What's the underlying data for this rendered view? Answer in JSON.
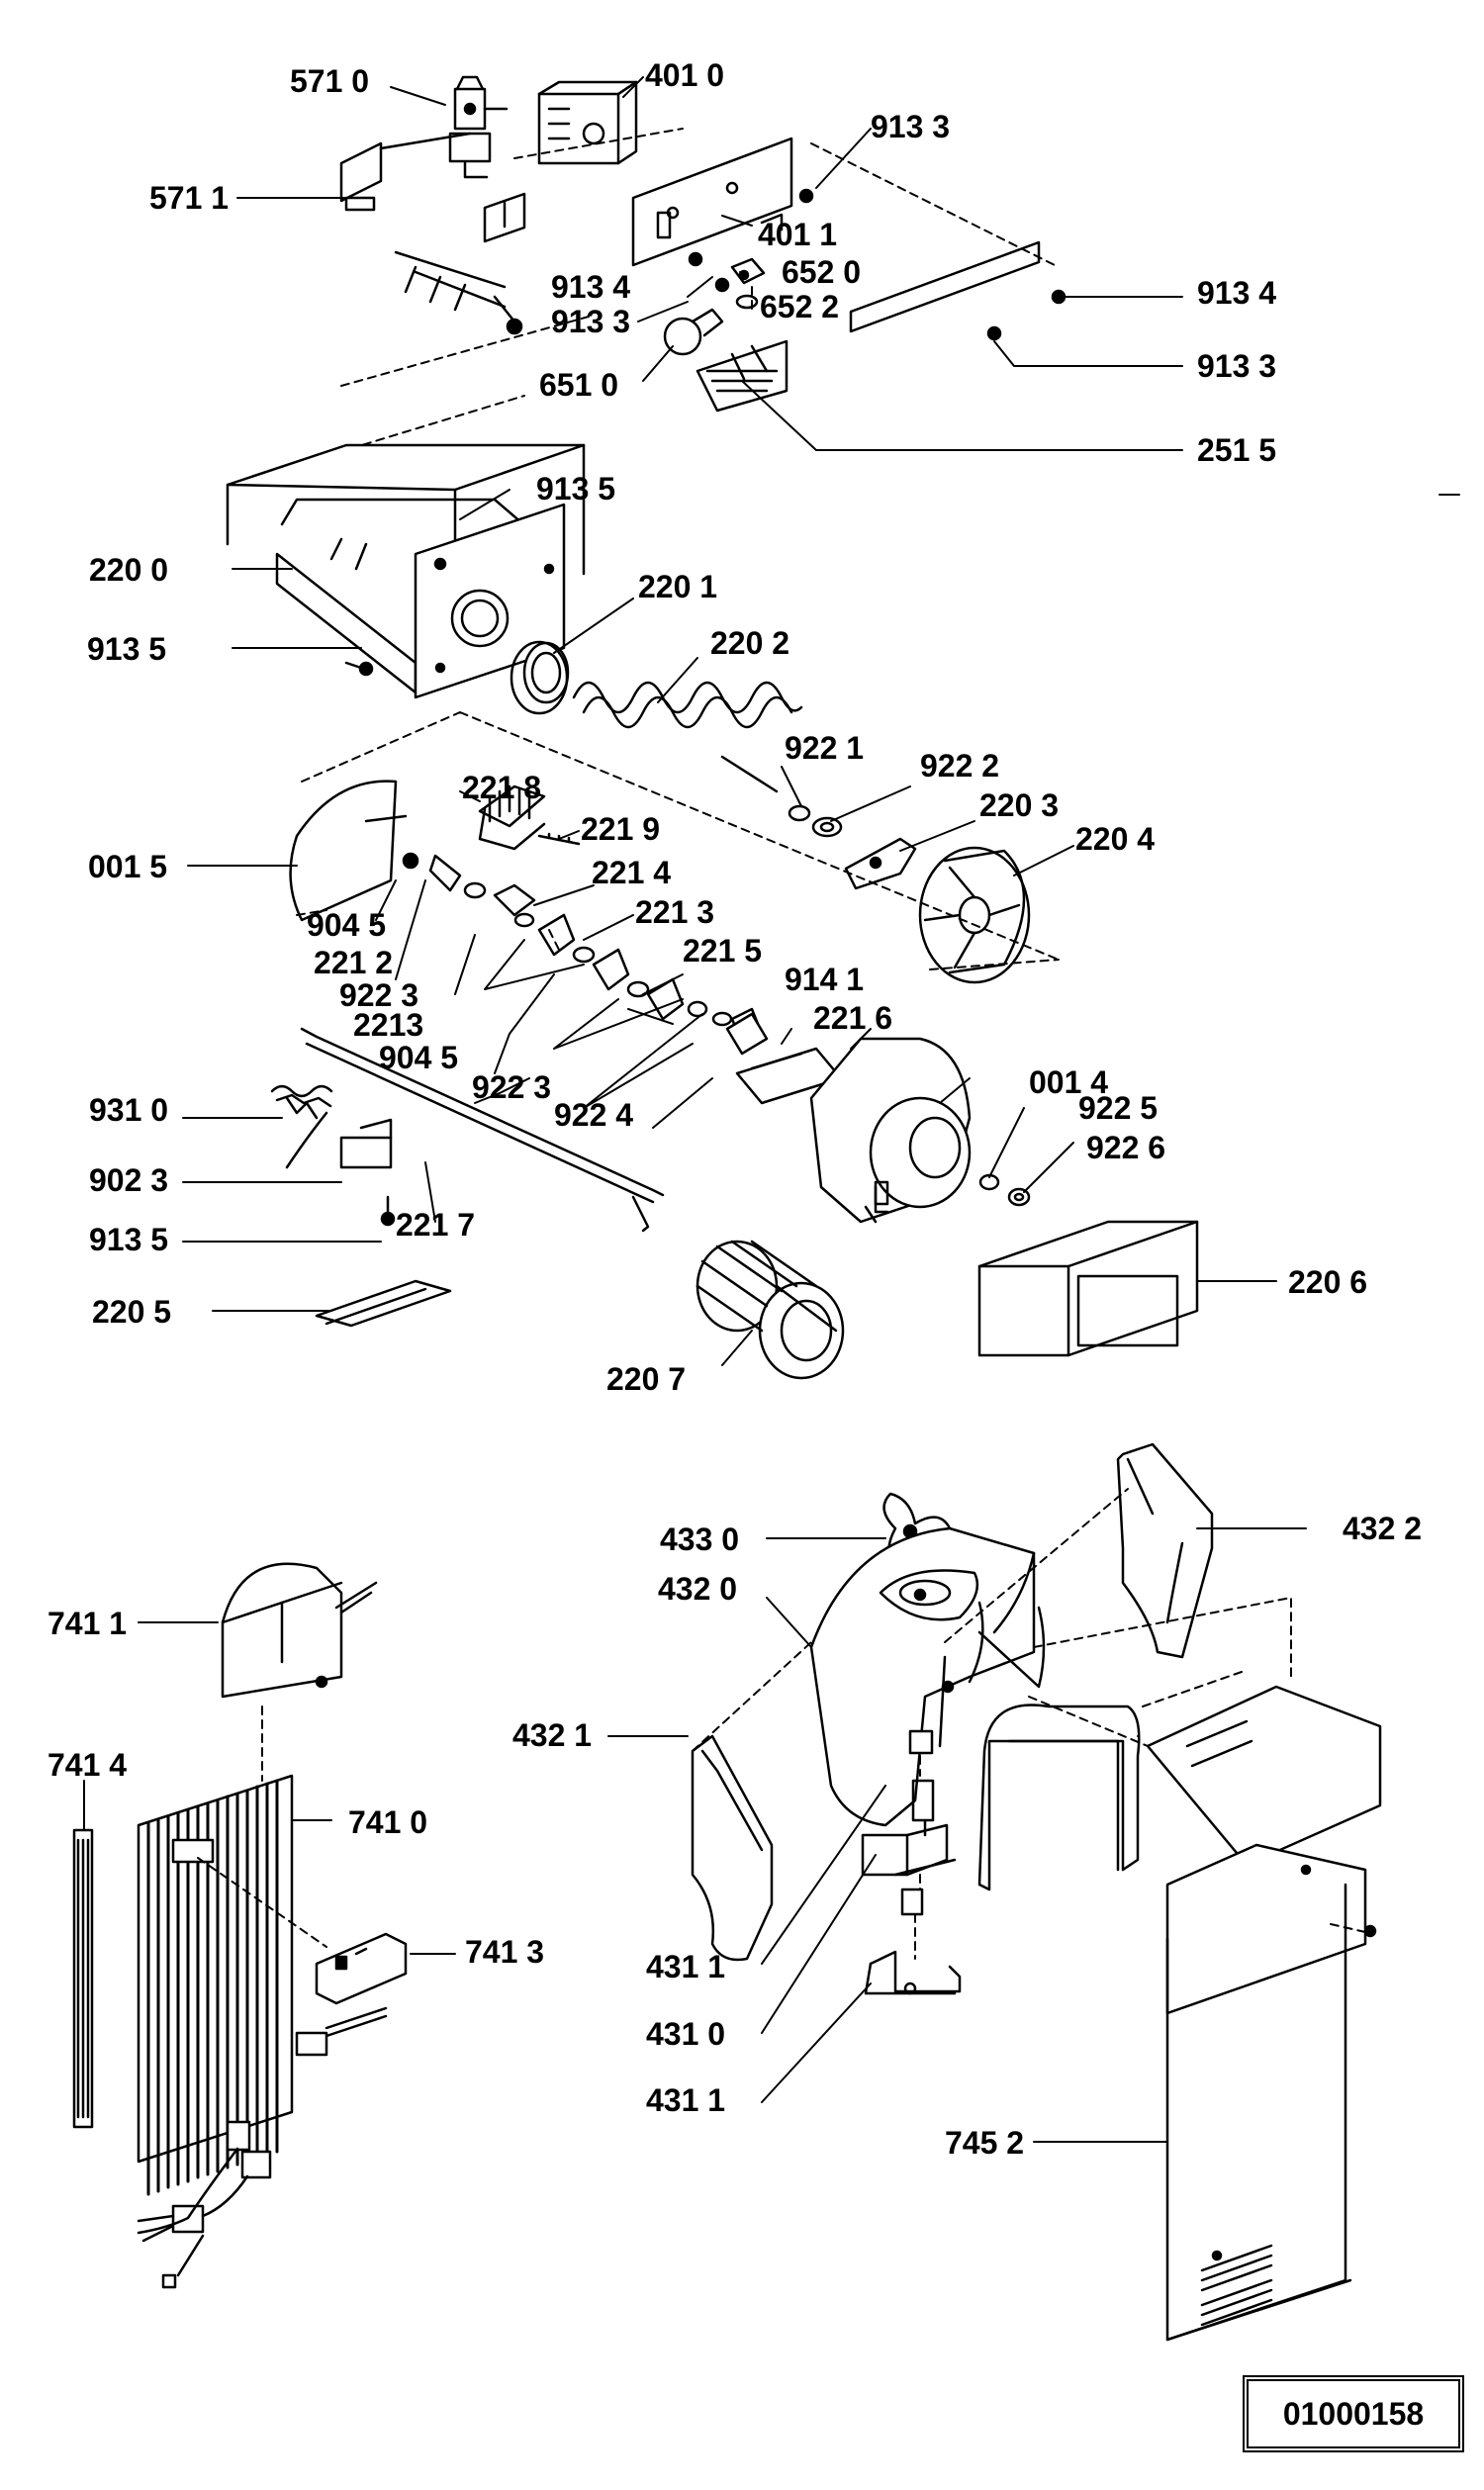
{
  "document_number": "01000158",
  "parts": [
    {
      "id": "5710",
      "label": "571 0"
    },
    {
      "id": "5711",
      "label": "571 1"
    },
    {
      "id": "4010",
      "label": "401 0"
    },
    {
      "id": "9133a",
      "label": "913 3"
    },
    {
      "id": "4011",
      "label": "401 1"
    },
    {
      "id": "6520",
      "label": "652 0"
    },
    {
      "id": "9134a",
      "label": "913 4"
    },
    {
      "id": "9133b",
      "label": "913 3"
    },
    {
      "id": "6522",
      "label": "652 2"
    },
    {
      "id": "9134b",
      "label": "913 4"
    },
    {
      "id": "9133c",
      "label": "913 3"
    },
    {
      "id": "6510",
      "label": "651 0"
    },
    {
      "id": "2515",
      "label": "251 5"
    },
    {
      "id": "9135a",
      "label": "913 5"
    },
    {
      "id": "2200",
      "label": "220 0"
    },
    {
      "id": "2201",
      "label": "220 1"
    },
    {
      "id": "9135b",
      "label": "913 5"
    },
    {
      "id": "2202",
      "label": "220 2"
    },
    {
      "id": "9221",
      "label": "922 1"
    },
    {
      "id": "2218",
      "label": "221 8"
    },
    {
      "id": "9222",
      "label": "922 2"
    },
    {
      "id": "2203",
      "label": "220 3"
    },
    {
      "id": "2219",
      "label": "221 9"
    },
    {
      "id": "2204",
      "label": "220 4"
    },
    {
      "id": "0015",
      "label": "001 5"
    },
    {
      "id": "2214",
      "label": "221 4"
    },
    {
      "id": "9045a",
      "label": "904 5"
    },
    {
      "id": "2213a",
      "label": "221 3"
    },
    {
      "id": "2212",
      "label": "221 2"
    },
    {
      "id": "2215",
      "label": "221 5"
    },
    {
      "id": "9223a",
      "label": "922 3"
    },
    {
      "id": "9141",
      "label": "914 1"
    },
    {
      "id": "2213b",
      "label": "2213"
    },
    {
      "id": "2216",
      "label": "221 6"
    },
    {
      "id": "9045b",
      "label": "904 5"
    },
    {
      "id": "9223b",
      "label": "922 3"
    },
    {
      "id": "9224",
      "label": "922 4"
    },
    {
      "id": "0014",
      "label": "001 4"
    },
    {
      "id": "9310",
      "label": "931 0"
    },
    {
      "id": "9225",
      "label": "922 5"
    },
    {
      "id": "9226",
      "label": "922 6"
    },
    {
      "id": "9023",
      "label": "902 3"
    },
    {
      "id": "9135c",
      "label": "913 5"
    },
    {
      "id": "2217",
      "label": "221 7"
    },
    {
      "id": "2206",
      "label": "220 6"
    },
    {
      "id": "2205",
      "label": "220 5"
    },
    {
      "id": "2207",
      "label": "220 7"
    },
    {
      "id": "4330",
      "label": "433 0"
    },
    {
      "id": "4322",
      "label": "432 2"
    },
    {
      "id": "4320",
      "label": "432 0"
    },
    {
      "id": "7411",
      "label": "741 1"
    },
    {
      "id": "4321",
      "label": "432 1"
    },
    {
      "id": "7414",
      "label": "741 4"
    },
    {
      "id": "7410",
      "label": "741 0"
    },
    {
      "id": "7413",
      "label": "741 3"
    },
    {
      "id": "4311a",
      "label": "431 1"
    },
    {
      "id": "4310",
      "label": "431 0"
    },
    {
      "id": "4311b",
      "label": "431 1"
    },
    {
      "id": "7452",
      "label": "745 2"
    }
  ]
}
